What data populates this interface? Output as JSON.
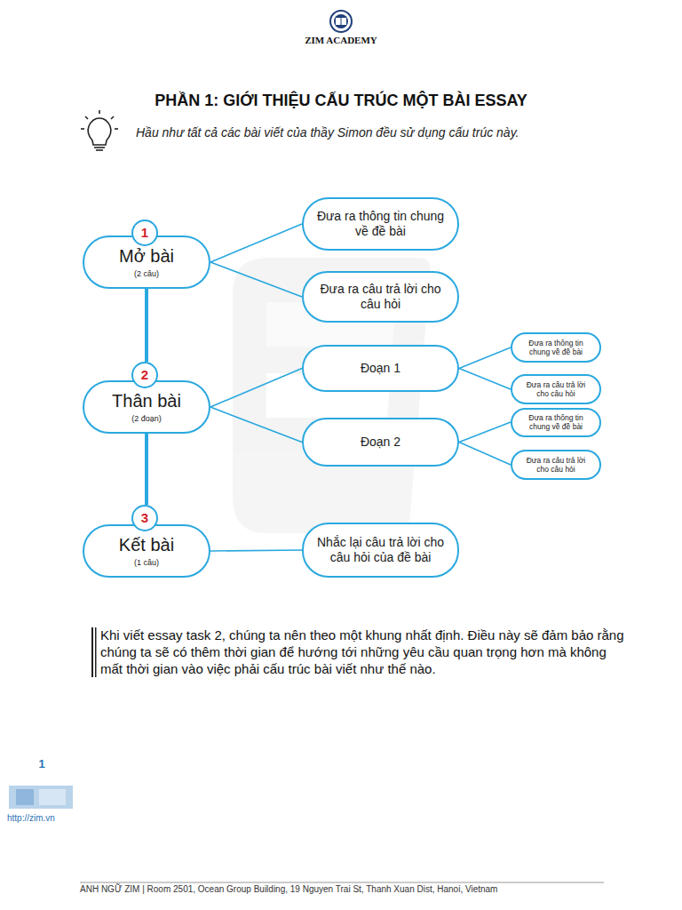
{
  "diagram": {
    "title": "PHẦN 1: GIỚI THIỆU CẤU TRÚC MỘT BÀI ESSAY",
    "nodes": [
      {
        "text": [
          "1"
        ]
      },
      {
        "text": [
          "Mở bài",
          "(2 câu)"
        ]
      },
      {
        "text": [
          "Đưa ra thông tin chung về đề bài"
        ]
      },
      {
        "text": [
          "Đưa ra câu trả lời cho câu hỏi"
        ]
      },
      {
        "text": [
          "2"
        ]
      },
      {
        "text": [
          "Thân bài",
          "(2 đoạn)"
        ]
      },
      {
        "text": [
          "Đoạn 1"
        ]
      },
      {
        "text": [
          "Đưa ra thông tin chung về đề bài"
        ]
      },
      {
        "text": [
          "Đưa ra câu trả lời cho câu hỏi"
        ]
      },
      {
        "text": [
          "Đoạn 2"
        ]
      },
      {
        "text": [
          "Đưa ra thông tin chung về đề bài"
        ]
      },
      {
        "text": [
          "Đưa ra câu trả lời cho câu hỏi"
        ]
      },
      {
        "text": [
          "3"
        ]
      },
      {
        "text": [
          "Kết bài",
          "(1 câu)"
        ]
      },
      {
        "text": [
          "Nhắc lại câu trả lời cho câu hỏi của đề bài"
        ]
      }
    ],
    "edges": [
      {
        "from": 1,
        "to": 2,
        "arrow": "none"
      },
      {
        "from": 1,
        "to": 3,
        "arrow": "none"
      },
      {
        "from": 1,
        "to": 4,
        "arrow": "none"
      },
      {
        "from": 5,
        "to": 6,
        "arrow": "none"
      },
      {
        "from": 5,
        "to": 9,
        "arrow": "none"
      },
      {
        "from": 6,
        "to": 7,
        "arrow": "none"
      },
      {
        "from": 6,
        "to": 8,
        "arrow": "none"
      },
      {
        "from": 9,
        "to": 10,
        "arrow": "none"
      },
      {
        "from": 9,
        "to": 11,
        "arrow": "none"
      },
      {
        "from": 5,
        "to": 12,
        "arrow": "none"
      },
      {
        "from": 13,
        "to": 14,
        "arrow": "none"
      }
    ],
    "labels": [
      "ZIM ACADEMY",
      "Hầu như tất cả các bài viết của thầy Simon đều sử dụng cấu trúc này.",
      "Khi viết essay task 2, chúng ta nên theo một khung nhất định. Điều này sẽ đảm bảo rằng chúng ta sẽ có thêm thời gian để hướng tới những yêu cầu quan trọng hơn mà không mất thời gian vào việc phải cấu trúc bài viết như thế nào.",
      "1",
      "http://zim.vn",
      "ANH NGỮ ZIM | Room 2501, Ocean Group Building, 19 Nguyen Trai St, Thanh Xuan Dist, Hanoi, Vietnam"
    ]
  }
}
